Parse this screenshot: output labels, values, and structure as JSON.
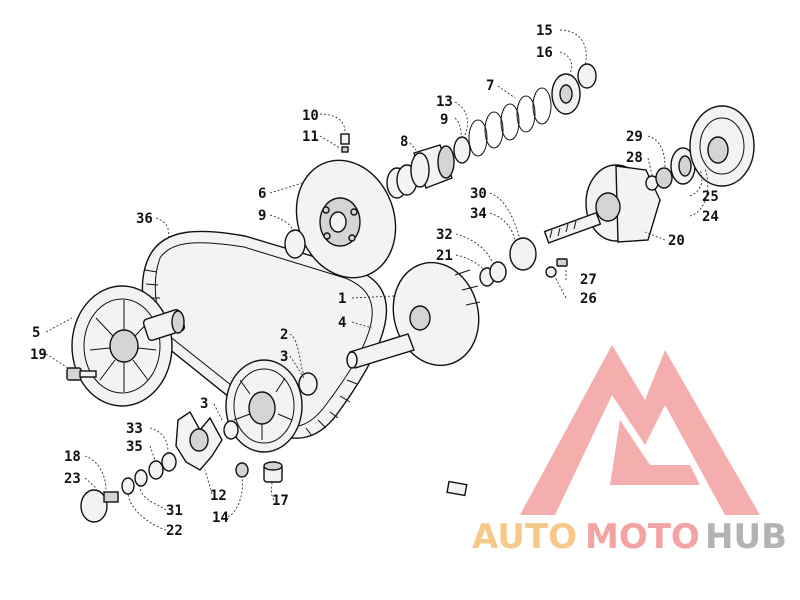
{
  "callouts": {
    "c1": "1",
    "c2": "2",
    "c3a": "3",
    "c3b": "3",
    "c4": "4",
    "c5": "5",
    "c6": "6",
    "c7": "7",
    "c8": "8",
    "c9a": "9",
    "c9b": "9",
    "c10": "10",
    "c11": "11",
    "c12": "12",
    "c13": "13",
    "c14": "14",
    "c15": "15",
    "c16": "16",
    "c17": "17",
    "c18": "18",
    "c19": "19",
    "c20": "20",
    "c21": "21",
    "c22": "22",
    "c23": "23",
    "c24": "24",
    "c25": "25",
    "c26": "26",
    "c27": "27",
    "c28": "28",
    "c29": "29",
    "c30": "30",
    "c31": "31",
    "c32": "32",
    "c33": "33",
    "c34": "34",
    "c35": "35",
    "c36": "36"
  },
  "watermark": {
    "auto": "AUTO",
    "moto": "MOTO",
    "hub": "HUB",
    "color_auto": "#f5c98a",
    "color_moto": "#f4a3a3",
    "color_hub": "#b3b3b3",
    "logo_color": "#f29a9a"
  }
}
